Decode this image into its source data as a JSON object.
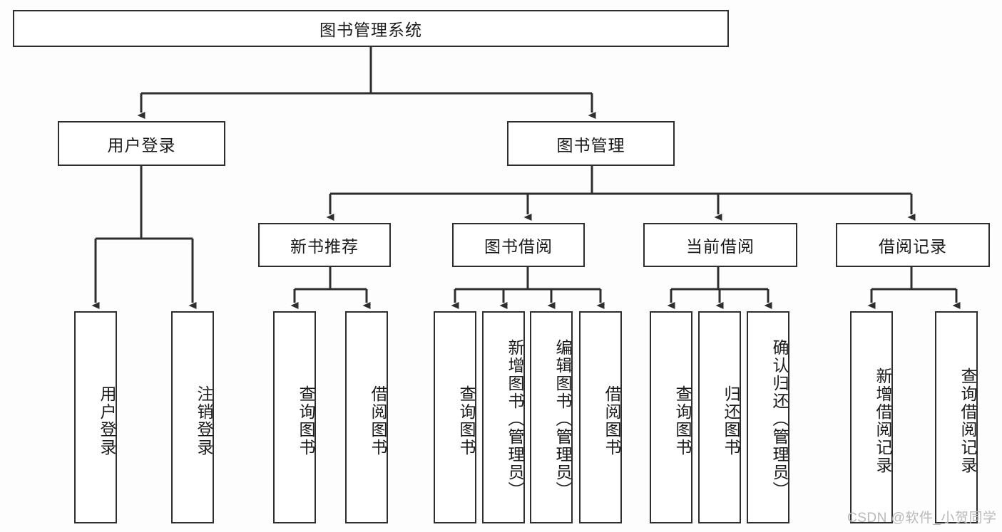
{
  "diagram": {
    "title": "图书管理系统",
    "type": "function-hierarchy-tree",
    "root": {
      "label": "图书管理系统"
    },
    "level2": [
      {
        "label": "用户登录"
      },
      {
        "label": "图书管理"
      }
    ],
    "level3": [
      {
        "label": "新书推荐"
      },
      {
        "label": "图书借阅"
      },
      {
        "label": "当前借阅"
      },
      {
        "label": "借阅记录"
      }
    ],
    "leaves": {
      "user_login": [
        {
          "label": "用户登录"
        },
        {
          "label": "注销登录"
        }
      ],
      "new_book_recommend": [
        {
          "label": "查询图书"
        },
        {
          "label": "借阅图书"
        }
      ],
      "book_borrow": [
        {
          "label": "查询图书"
        },
        {
          "label": "新增图书（管理员）"
        },
        {
          "label": "编辑图书（管理员）"
        },
        {
          "label": "借阅图书"
        }
      ],
      "current_borrow": [
        {
          "label": "查询图书"
        },
        {
          "label": "归还图书"
        },
        {
          "label": "确认归还（管理员）"
        }
      ],
      "borrow_record": [
        {
          "label": "新增借阅记录"
        },
        {
          "label": "查询借阅记录"
        }
      ]
    }
  },
  "watermark": {
    "text": "CSDN @软件_小贺同学"
  },
  "colors": {
    "border": "#2e2e2e",
    "text": "#1a1a1a",
    "background": "#fdfdfd",
    "watermark": "#b9b9b9"
  }
}
